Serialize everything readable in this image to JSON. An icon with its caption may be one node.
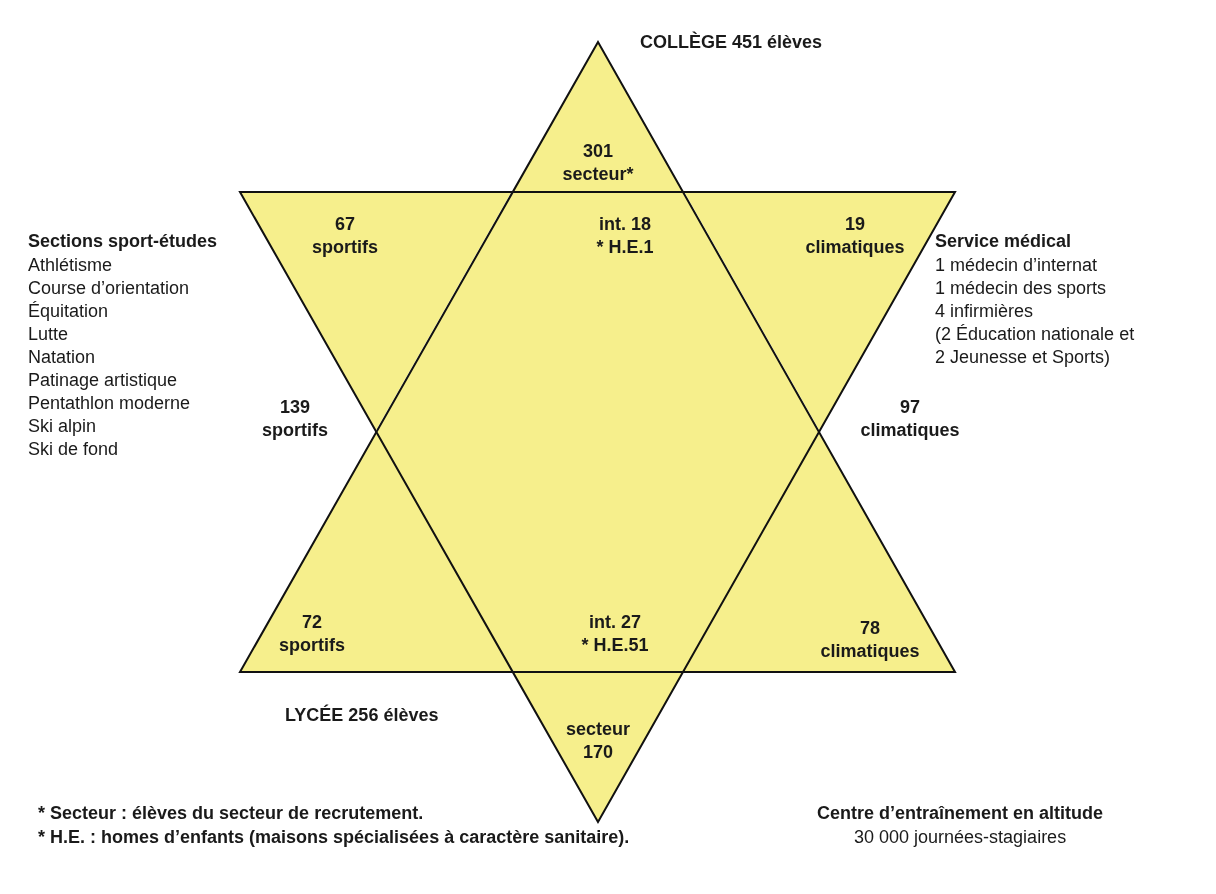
{
  "diagram": {
    "nodes": [
      {
        "text": [
          "COLLÈGE 451 élèves"
        ]
      },
      {
        "text": [
          "LYCÉE 256 élèves"
        ]
      }
    ],
    "labels": [
      "301 secteur*",
      "67 sportifs",
      "int. 18 * H.E.1",
      "19 climatiques",
      "Sections sport-études",
      "Athlétisme",
      "Course d’orientation",
      "Équitation",
      "Lutte",
      "Natation",
      "Patinage artistique",
      "Pentathlon moderne",
      "Ski alpin",
      "Ski de fond",
      "Service médical",
      "1 médecin d’internat",
      "1 médecin des sports",
      "4 infirmières",
      "(2 Éducation nationale et 2 Jeunesse et Sports)",
      "139 sportifs",
      "97 climatiques",
      "72 sportifs",
      "int. 27 * H.E.51",
      "78 climatiques",
      "secteur 170",
      "* Secteur : élèves du secteur de recrutement.",
      "* H.E. : homes d’enfants (maisons spécialisées à caractère sanitaire).",
      "Centre d’entraînement en altitude",
      "30 000 journées-stagiaires"
    ]
  }
}
